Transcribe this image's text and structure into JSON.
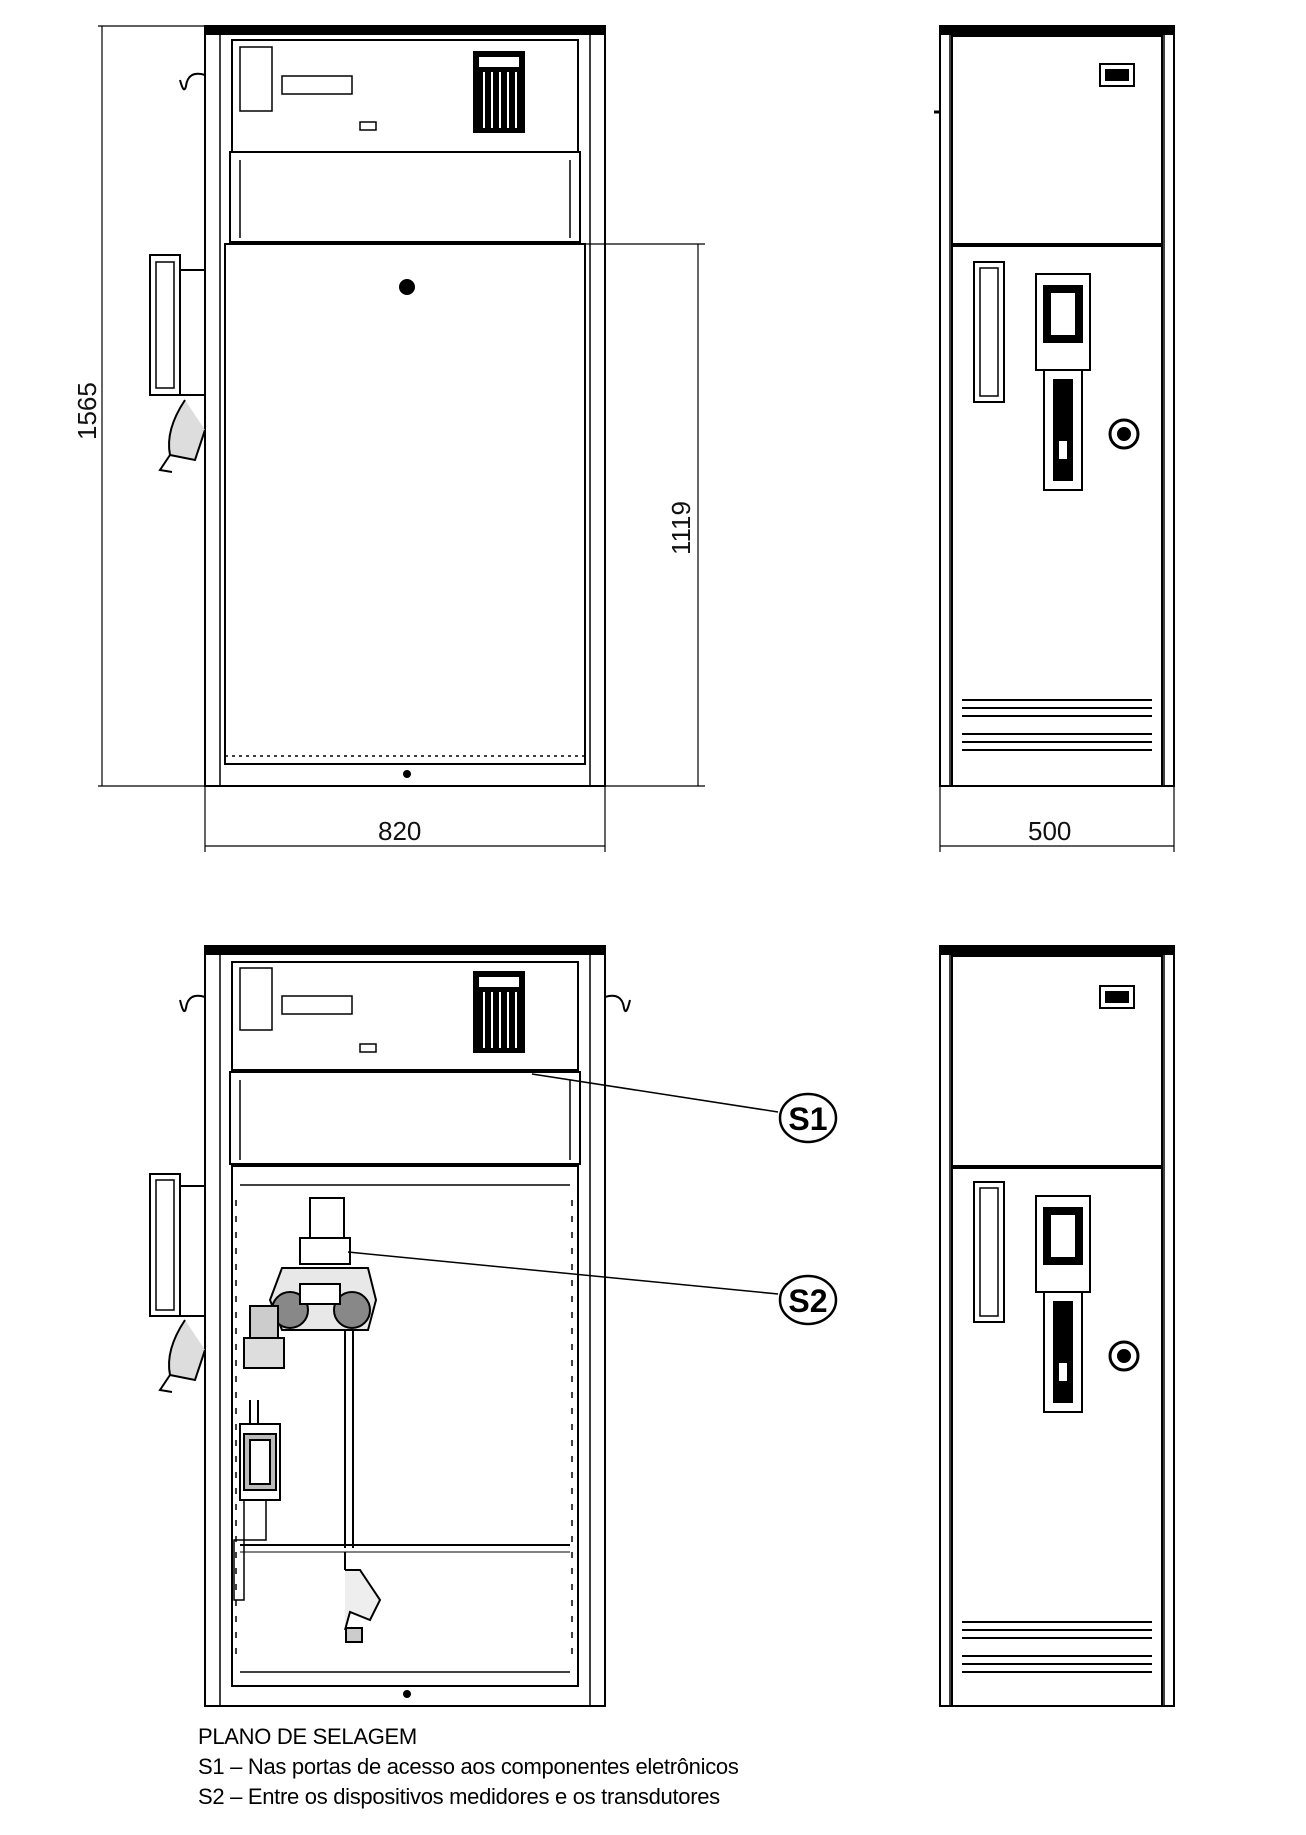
{
  "dimensions": {
    "height_total": "1565",
    "height_door": "1119",
    "width_front": "820",
    "width_side": "500"
  },
  "callouts": {
    "s1": "S1",
    "s2": "S2"
  },
  "legend": {
    "title": "PLANO DE SELAGEM",
    "s1_text": "S1 – Nas portas de acesso aos componentes eletrônicos",
    "s2_text": "S2 – Entre os dispositivos medidores e os transdutores"
  }
}
